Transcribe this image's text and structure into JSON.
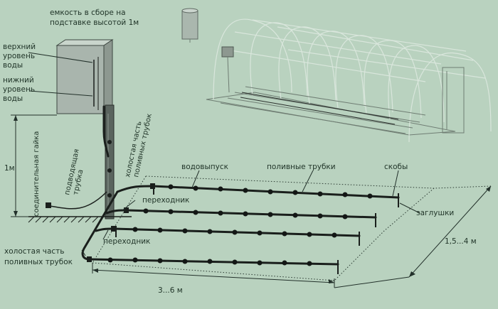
{
  "labels": {
    "tank": [
      "емкость в сборе на",
      "подставке высотой 1м"
    ],
    "upper_level": [
      "верхний",
      "уровень",
      "воды"
    ],
    "lower_level": [
      "нижний",
      "уровень",
      "воды"
    ],
    "nut": "соединительная гайка",
    "supply": [
      "подводящая",
      "трубка"
    ],
    "idle_vertical": [
      "холостая часть",
      "поливных трубок"
    ],
    "height": "1м",
    "outlet": "водовыпуск",
    "drip_tubes": "поливные трубки",
    "brackets": "скобы",
    "adapter_1": "переходник",
    "adapter_2": "переходник",
    "plugs": "заглушки",
    "idle_bottom": [
      "холостая часть",
      "поливных трубок"
    ],
    "width": "3...6 м",
    "depth": "1,5...4 м"
  },
  "colors": {
    "background": "#b9d2bf",
    "pipe": "#1a1f1c",
    "text": "#1f3327"
  }
}
